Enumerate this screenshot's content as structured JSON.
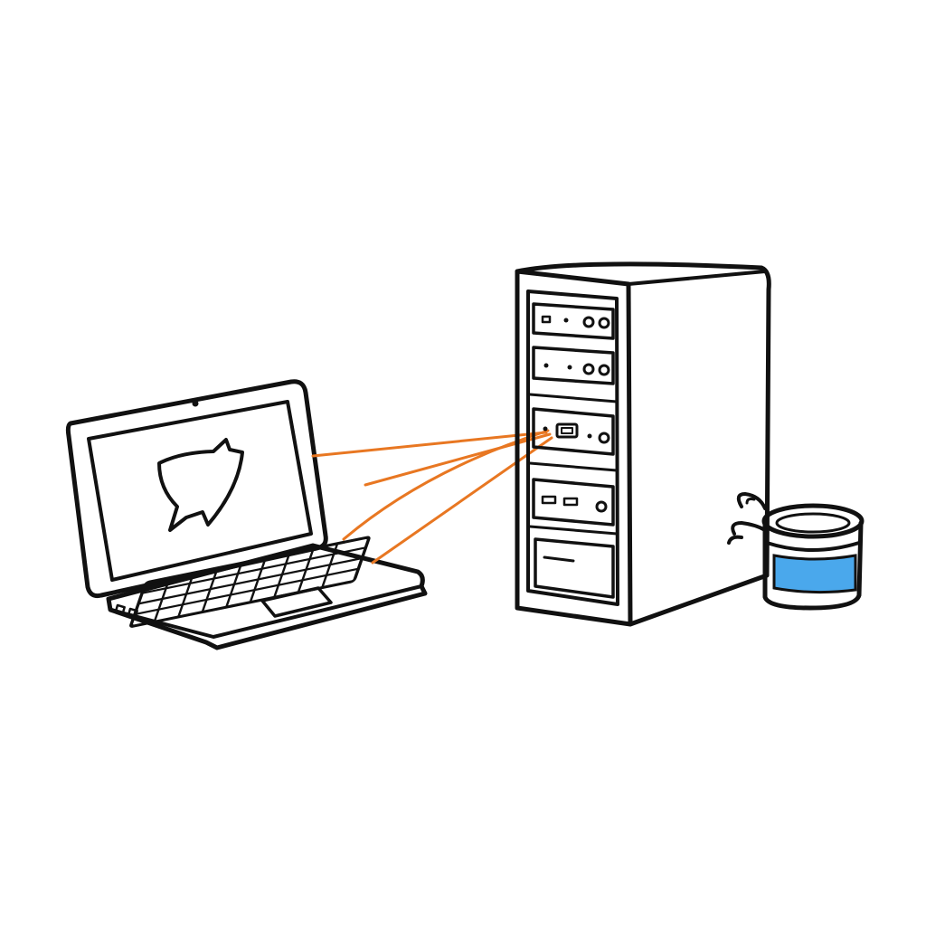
{
  "colors": {
    "background": "#ffffff",
    "ink": "#111111",
    "connection": "#e87722",
    "storage_label": "#4aa8ec"
  },
  "nodes": [
    {
      "id": "laptop",
      "icon": "laptop-icon",
      "screen_icon": "chat-bubble-icon"
    },
    {
      "id": "server",
      "icon": "server-tower-icon",
      "bays": 5
    },
    {
      "id": "storage",
      "icon": "storage-drum-icon"
    }
  ],
  "connections": [
    {
      "from": "laptop",
      "to": "server",
      "count": 4
    }
  ]
}
